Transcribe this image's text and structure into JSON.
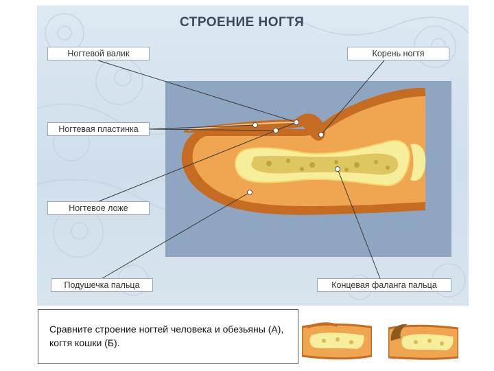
{
  "title": "СТРОЕНИЕ НОГТЯ",
  "labels": {
    "nail_fold": "Ногтевой валик",
    "nail_root": "Корень ногтя",
    "nail_plate": "Ногтевая пластинка",
    "nail_bed": "Ногтевое ложе",
    "finger_pad": "Подушечка пальца",
    "distal_phalanx": "Концевая фаланга пальца"
  },
  "caption": "Сравните строение ногтей человека и обезьяны (А), когтя кошки (Б).",
  "colors": {
    "panel_background": "#d6e3ee",
    "diagram_background": "#8ea6c2",
    "finger_fill": "#f0a550",
    "finger_outline": "#c56c22",
    "bone_fill": "#f6ee9a",
    "bone_core": "#d8bd52"
  }
}
